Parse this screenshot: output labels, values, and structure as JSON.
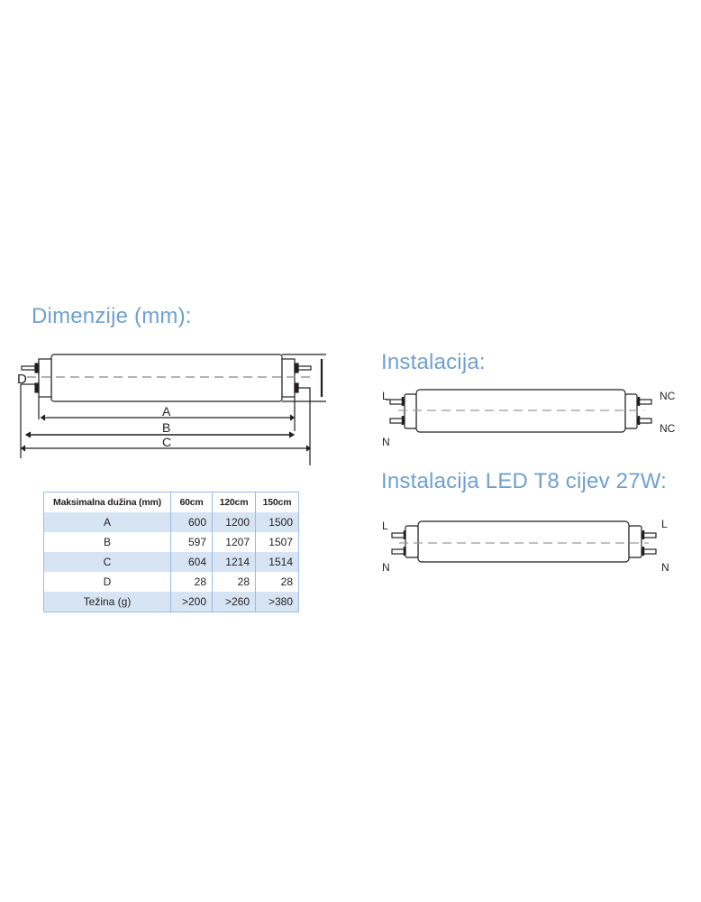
{
  "headings": {
    "dimensions": "Dimenzije (mm):",
    "installation": "Instalacija:",
    "installation_led": "Instalacija LED T8 cijev 27W:"
  },
  "dimension_diagram": {
    "labels": {
      "d": "D",
      "a": "A",
      "b": "B",
      "c": "C"
    }
  },
  "installation_diagram": {
    "left_top": "L",
    "left_bottom": "N",
    "right_top": "NC",
    "right_bottom": "NC"
  },
  "installation_led_diagram": {
    "left_top": "L",
    "left_bottom": "N",
    "right_top": "L",
    "right_bottom": "N"
  },
  "table": {
    "columns": [
      "Maksimalna dužina (mm)",
      "60cm",
      "120cm",
      "150cm"
    ],
    "rows": [
      {
        "label": "A",
        "values": [
          "600",
          "1200",
          "1500"
        ]
      },
      {
        "label": "B",
        "values": [
          "597",
          "1207",
          "1507"
        ]
      },
      {
        "label": "C",
        "values": [
          "604",
          "1214",
          "1514"
        ]
      },
      {
        "label": "D",
        "values": [
          "28",
          "28",
          "28"
        ]
      },
      {
        "label": "Težina (g)",
        "values": [
          ">200",
          ">260",
          ">380"
        ]
      }
    ]
  },
  "colors": {
    "heading": "#6fa0cf",
    "table_border": "#9dbbe0",
    "table_alt_row": "#d6e4f3"
  }
}
